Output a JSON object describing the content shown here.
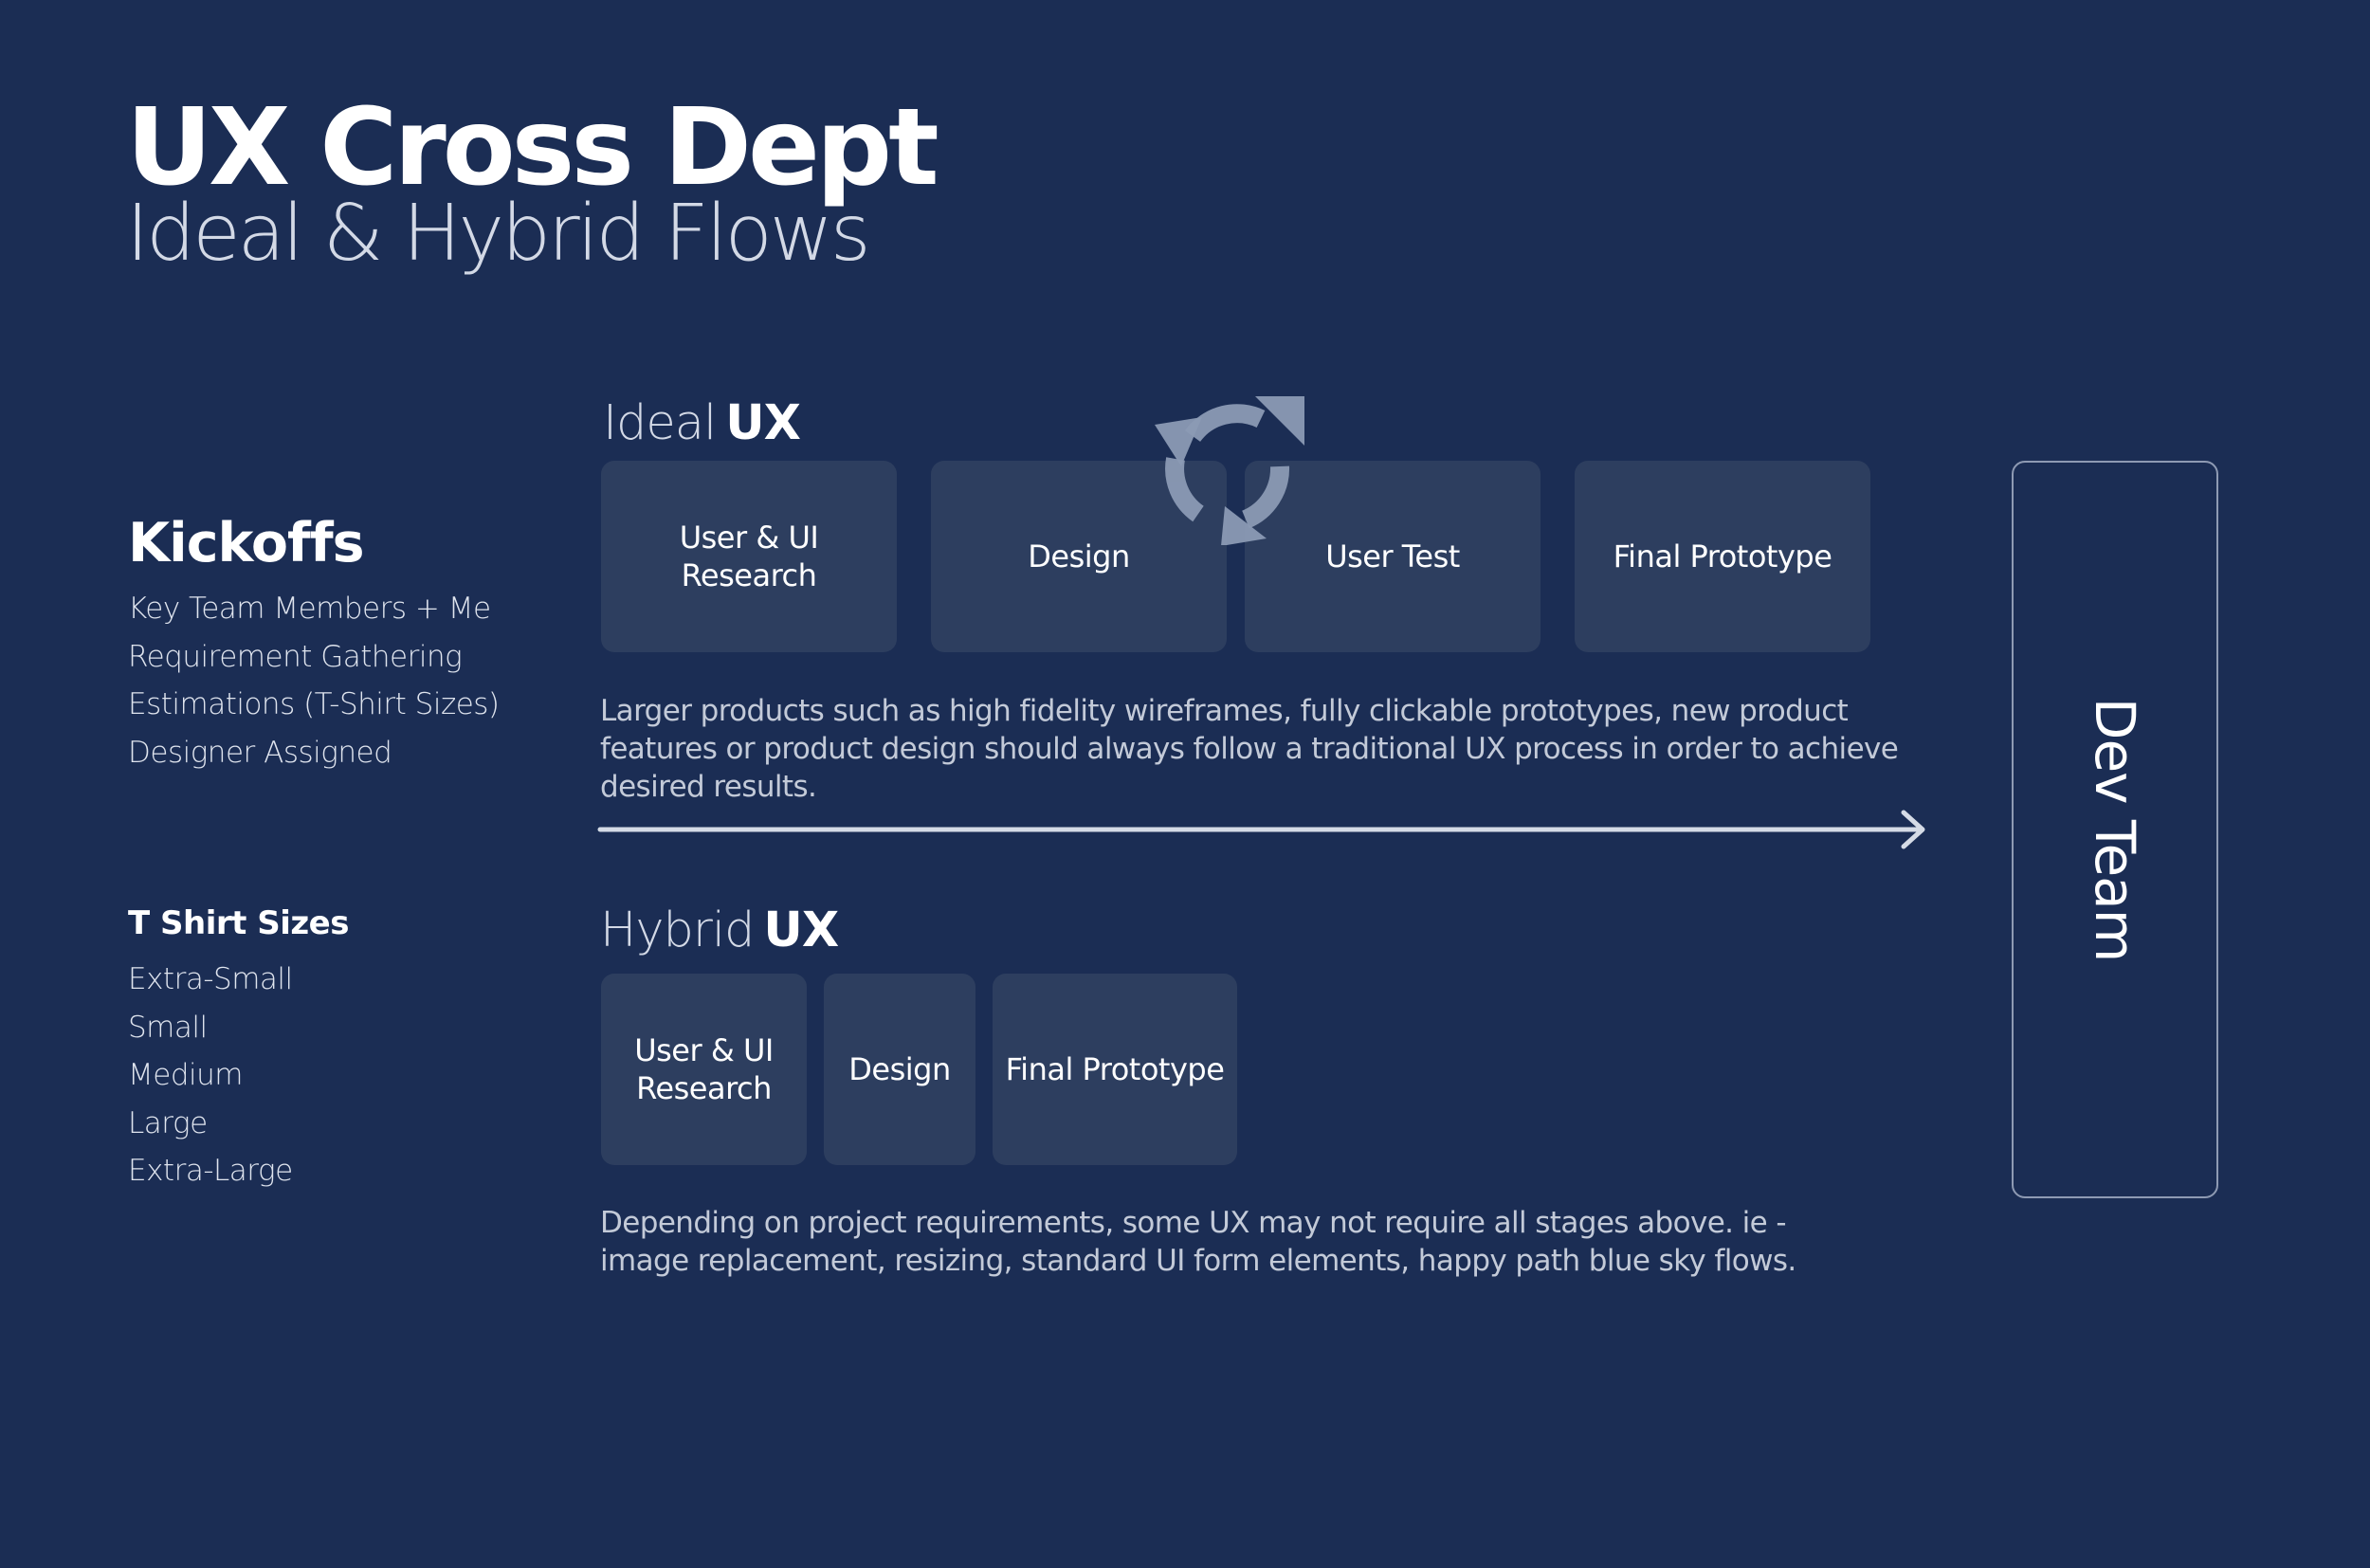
{
  "header": {
    "title": "UX Cross Dept",
    "subtitle": "Ideal & Hybrid Flows"
  },
  "kickoffs": {
    "heading": "Kickoffs",
    "items": [
      "Key Team Members + Me",
      "Requirement Gathering",
      "Estimations (T-Shirt Sizes)",
      "Designer Assigned"
    ]
  },
  "tshirt_sizes": {
    "heading": "T Shirt Sizes",
    "items": [
      "Extra-Small",
      "Small",
      "Medium",
      "Large",
      "Extra-Large"
    ]
  },
  "ideal": {
    "label_light": "Ideal",
    "label_bold": "UX",
    "stages": [
      "User & UI\nResearch",
      "Design",
      "User Test",
      "Final Prototype"
    ],
    "description": "Larger products such as high fidelity wireframes, fully clickable prototypes, new product features or product design should always follow a traditional UX process in order to achieve desired results."
  },
  "hybrid": {
    "label_light": "Hybrid",
    "label_bold": "UX",
    "stages": [
      "User & UI\nResearch",
      "Design",
      "Final Prototype"
    ],
    "description": "Depending on project requirements, some UX may not require all stages above. ie - image replacement, resizing, standard UI form elements, happy path blue sky flows."
  },
  "dev_team": {
    "label": "Dev Team"
  },
  "icons": {
    "cycle": "refresh-cycle-icon",
    "flow": "arrow-right-icon"
  },
  "colors": {
    "background": "#1b2d54",
    "stage_box": "#2d3e5f",
    "cycle_icon": "#8b9ab4",
    "arrow": "#d5dbe6"
  }
}
